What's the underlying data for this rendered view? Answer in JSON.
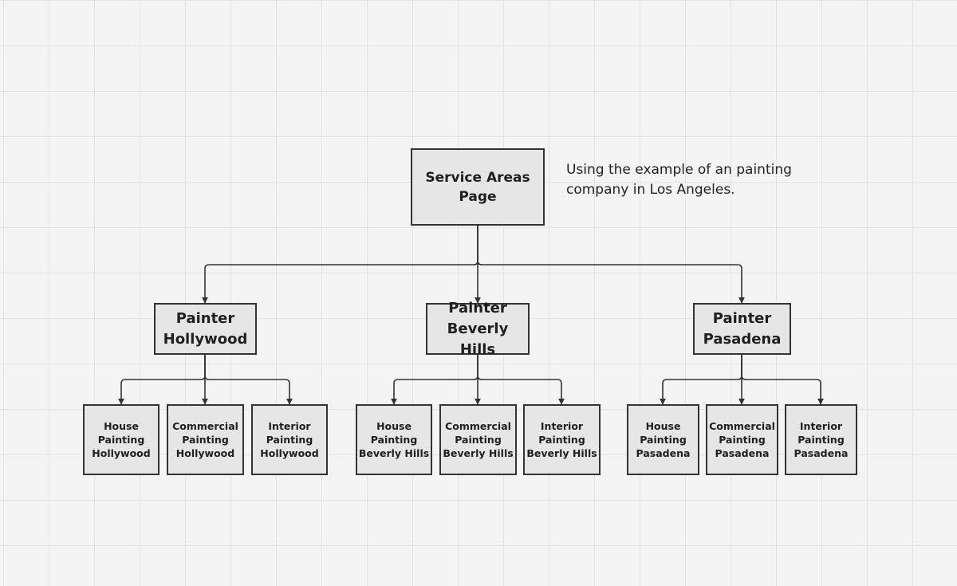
{
  "diagram": {
    "root": {
      "label": "Service Areas\nPage"
    },
    "note": "Using the example of an painting company in Los Angeles.",
    "cities": [
      {
        "label": "Painter\nHollywood",
        "services": [
          {
            "label": "House\nPainting\nHollywood"
          },
          {
            "label": "Commercial\nPainting\nHollywood"
          },
          {
            "label": "Interior\nPainting\nHollywood"
          }
        ]
      },
      {
        "label": "Painter\nBeverly Hills",
        "services": [
          {
            "label": "House\nPainting\nBeverly Hills"
          },
          {
            "label": "Commercial\nPainting\nBeverly Hills"
          },
          {
            "label": "Interior\nPainting\nBeverly Hills"
          }
        ]
      },
      {
        "label": "Painter\nPasadena",
        "services": [
          {
            "label": "House\nPainting\nPasadena"
          },
          {
            "label": "Commercial\nPainting\nPasadena"
          },
          {
            "label": "Interior\nPainting\nPasadena"
          }
        ]
      }
    ],
    "colors": {
      "canvas": "#f4f4f4",
      "grid": "#e3e3e3",
      "node_fill": "#e6e6e6",
      "node_border": "#333333",
      "connector": "#333333"
    }
  }
}
